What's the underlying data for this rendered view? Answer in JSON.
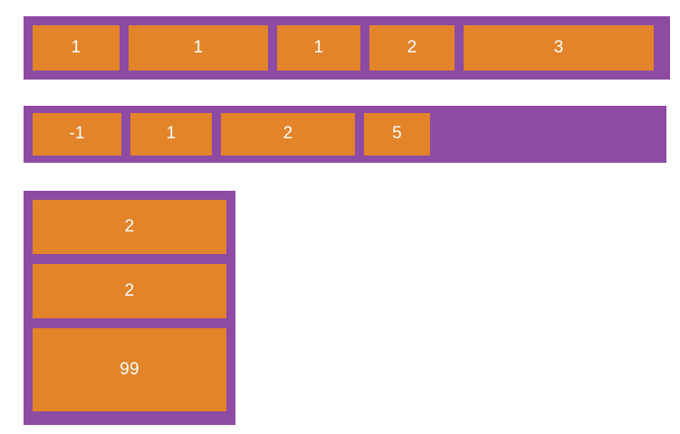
{
  "theme": {
    "background": "#ffffff",
    "container_color": "#8d4ba3",
    "cell_color": "#e3842a",
    "cell_text_color": "#ffffff"
  },
  "structures": [
    {
      "id": "row-1",
      "orientation": "horizontal",
      "cells": [
        {
          "value": "1"
        },
        {
          "value": "1"
        },
        {
          "value": "1"
        },
        {
          "value": "2"
        },
        {
          "value": "3"
        }
      ]
    },
    {
      "id": "row-2",
      "orientation": "horizontal",
      "cells": [
        {
          "value": "-1"
        },
        {
          "value": "1"
        },
        {
          "value": "2"
        },
        {
          "value": "5"
        }
      ]
    },
    {
      "id": "col-3",
      "orientation": "vertical",
      "cells": [
        {
          "value": "2"
        },
        {
          "value": "2"
        },
        {
          "value": "99"
        }
      ]
    }
  ]
}
